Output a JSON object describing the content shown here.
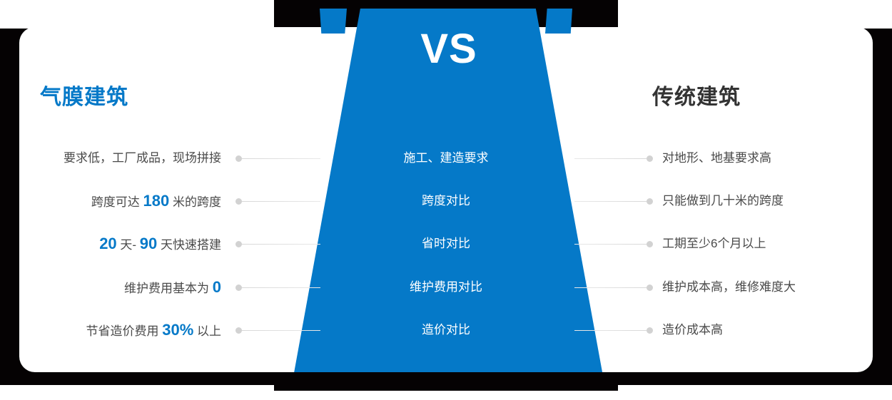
{
  "center": {
    "vs_label": "VS"
  },
  "columns": {
    "left_heading": "气膜建筑",
    "right_heading": "传统建筑"
  },
  "rows": [
    {
      "center": "施工、建造要求",
      "left_parts": [
        {
          "text": "要求低，工厂成品，现场拼接",
          "highlight": false
        }
      ],
      "right": "对地形、地基要求高"
    },
    {
      "center": "跨度对比",
      "left_parts": [
        {
          "text": "跨度可达 ",
          "highlight": false
        },
        {
          "text": "180",
          "highlight": true
        },
        {
          "text": " 米的跨度",
          "highlight": false
        }
      ],
      "right": "只能做到几十米的跨度"
    },
    {
      "center": "省时对比",
      "left_parts": [
        {
          "text": "20",
          "highlight": true
        },
        {
          "text": " 天- ",
          "highlight": false
        },
        {
          "text": "90",
          "highlight": true
        },
        {
          "text": " 天快速搭建",
          "highlight": false
        }
      ],
      "right": "工期至少6个月以上"
    },
    {
      "center": "维护费用对比",
      "left_parts": [
        {
          "text": "维护费用基本为 ",
          "highlight": false
        },
        {
          "text": "0",
          "highlight": true
        }
      ],
      "right": "维护成本高，维修难度大"
    },
    {
      "center": "造价对比",
      "left_parts": [
        {
          "text": "节省造价费用 ",
          "highlight": false
        },
        {
          "text": "30%",
          "highlight": true
        },
        {
          "text": " 以上",
          "highlight": false
        }
      ],
      "right": "造价成本高"
    }
  ],
  "colors": {
    "accent_blue": "#0579c8",
    "backdrop_black": "#050203",
    "card_white": "#ffffff",
    "body_text": "#4a4a4a",
    "connector_gray": "#d2d2d2"
  }
}
